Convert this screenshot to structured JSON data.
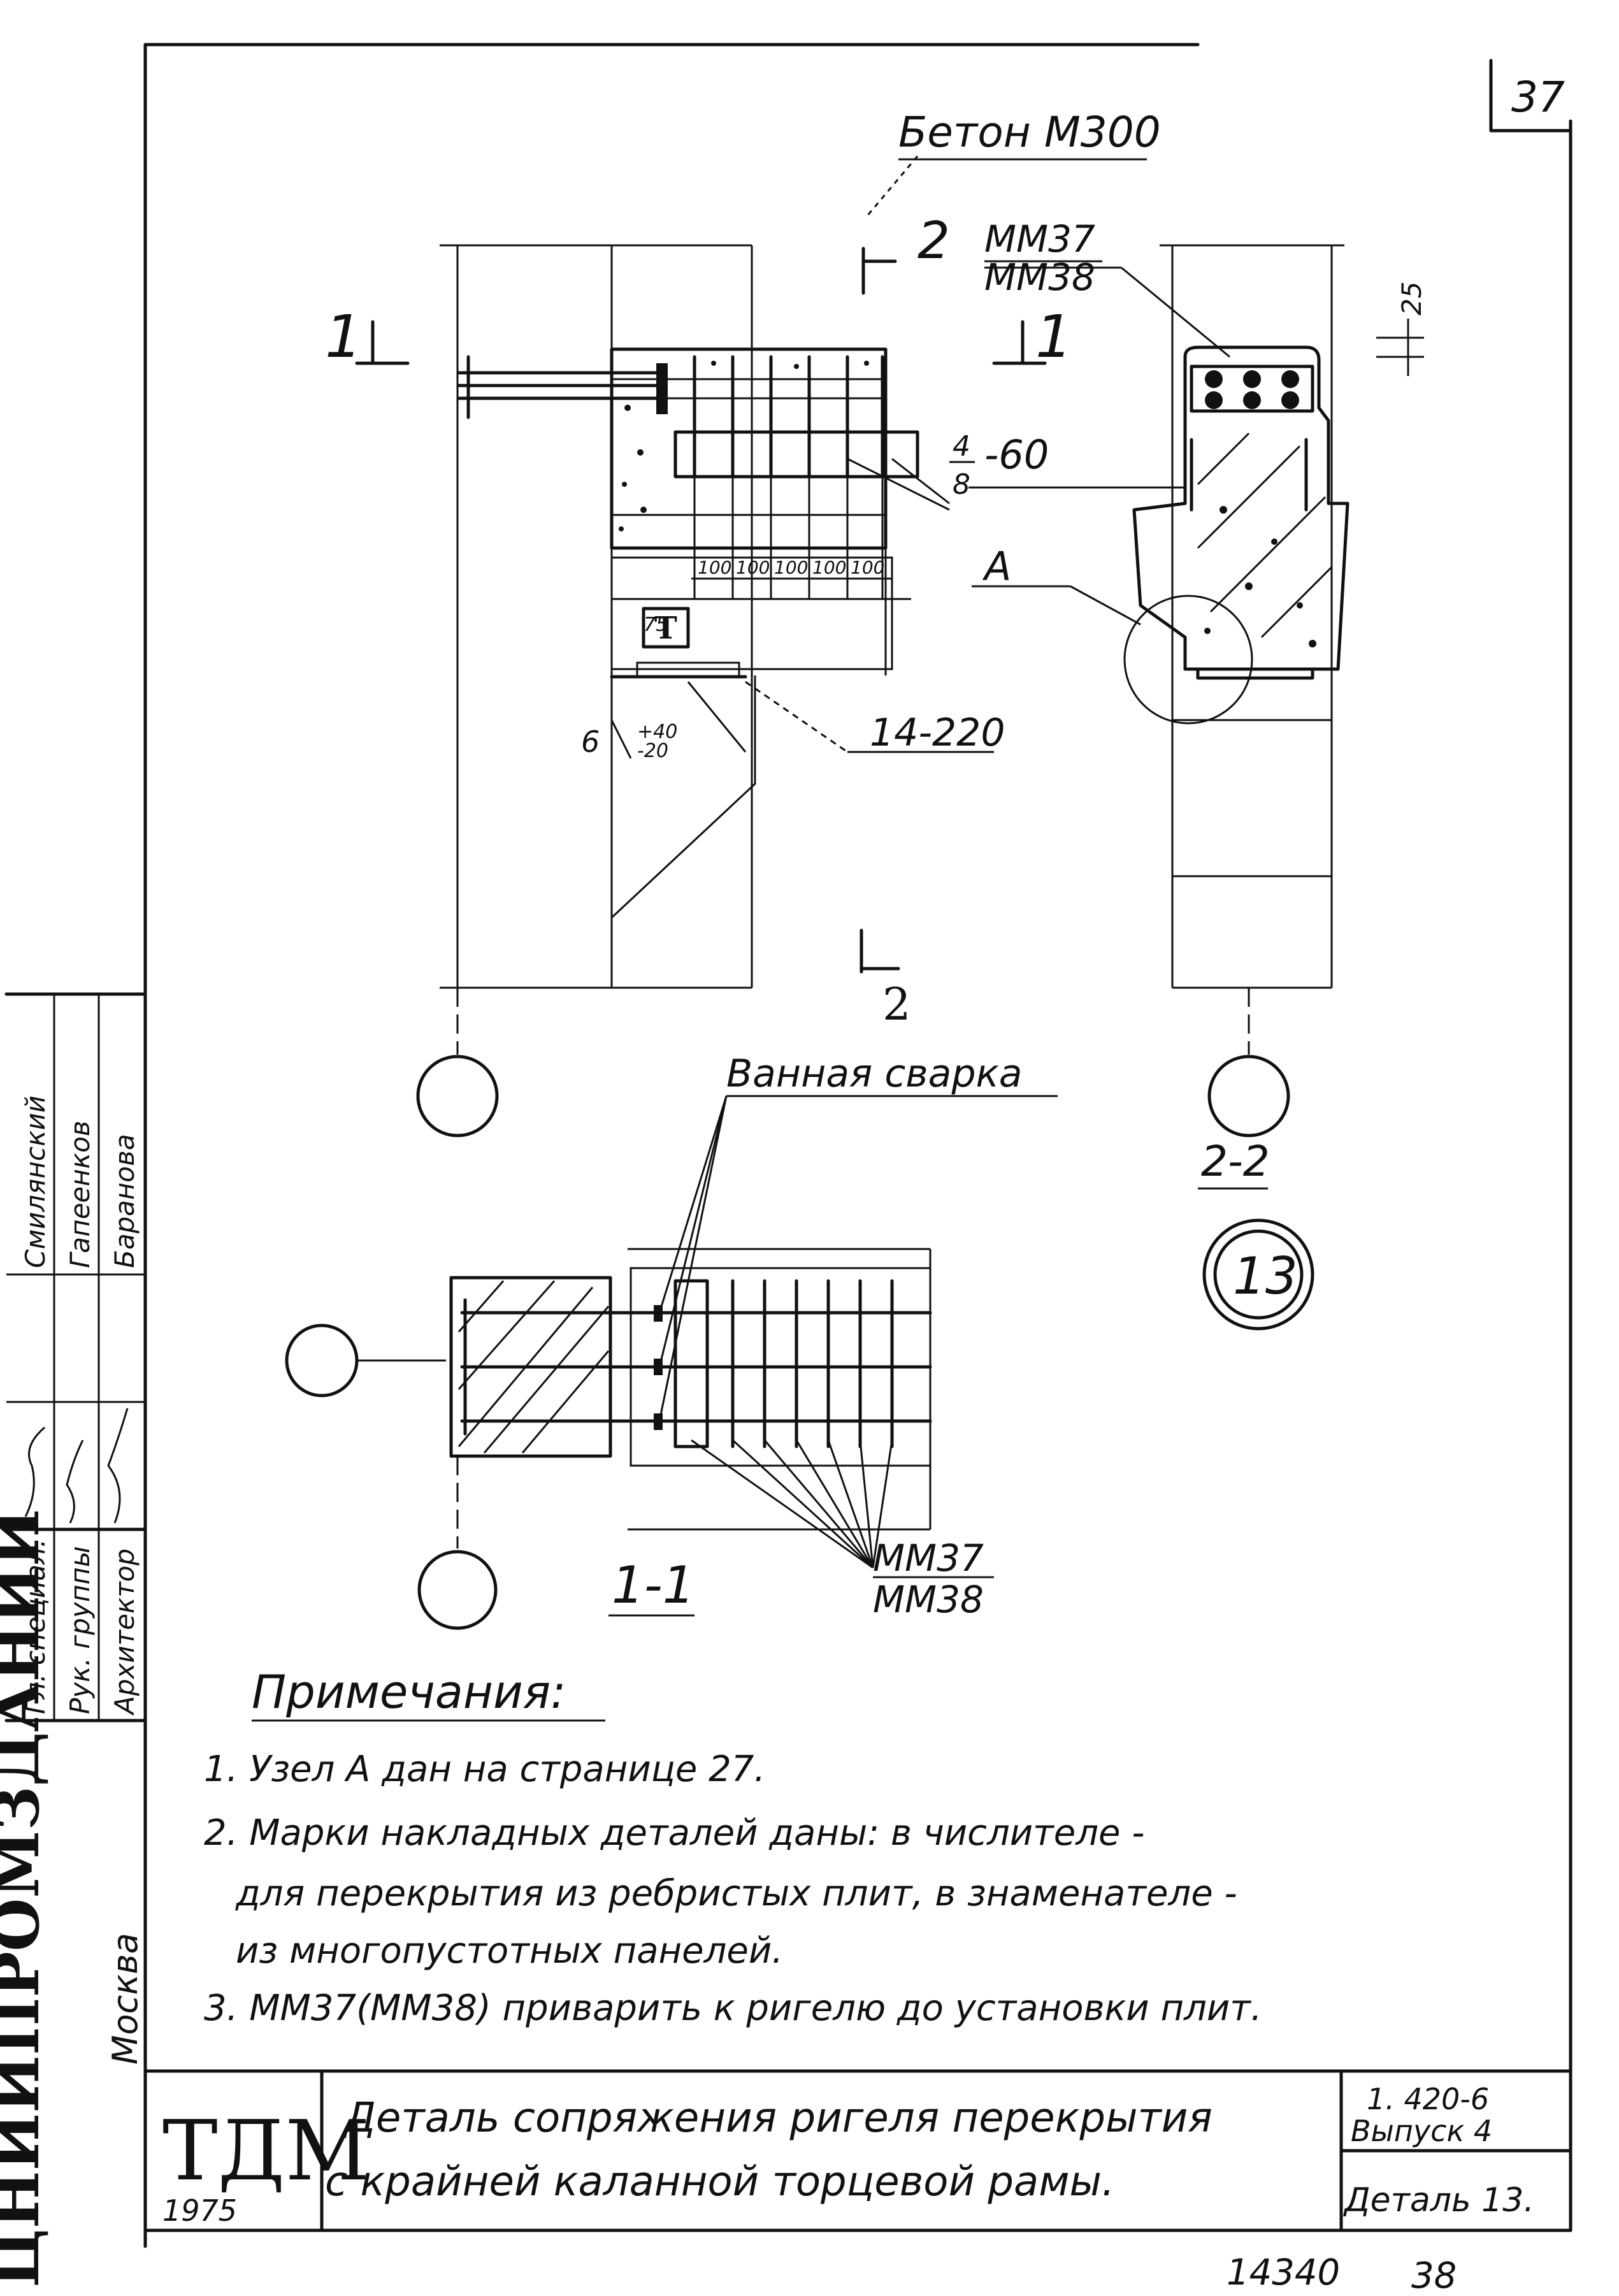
{
  "page_number": "37",
  "labels": {
    "concrete": "Бетон М300",
    "mark_top_1": "ММ37",
    "mark_top_2": "ММ38",
    "section_2_top": "2",
    "section_2_bottom": "2",
    "section_1_left": "1",
    "section_1_right": "1",
    "dim_25": "25",
    "fraction_num": "4",
    "fraction_den": "8",
    "dim_60": "-60",
    "node_a": "А",
    "dim_75": "75",
    "spacing_values": [
      "100",
      "100",
      "100",
      "100",
      "100"
    ],
    "marker_t": "Т",
    "dim_6": "6",
    "dim_40": "+40",
    "dim_20": "-20",
    "dim_14_220": "14-220",
    "bath_welding": "Ванная сварка",
    "section_2_2": "2-2",
    "detail_number": "13",
    "section_1_1": "1-1",
    "mark_bottom_1": "ММ37",
    "mark_bottom_2": "ММ38"
  },
  "notes": {
    "heading": "Примечания:",
    "items": [
      "1. Узел А дан на странице 27.",
      "2. Марки накладных деталей даны: в числителе -",
      "для перекрытия из ребристых плит, в знаменателе -",
      "из многопустотных панелей.",
      "3. ММ37(ММ38) приварить к ригелю до установки плит."
    ]
  },
  "stamp": {
    "org": "ЦНИИПРОМЗДАНИЙ",
    "city": "Москва",
    "roles": [
      "Гл. специал.",
      "Рук. группы",
      "Архитектор"
    ],
    "names": [
      "Смилянский",
      "Гапеенков",
      "Баранова"
    ],
    "logo": "ТДМ",
    "year": "1975",
    "title_line1": "Деталь сопряжения ригеля перекрытия",
    "title_line2": "с крайней каланной торцевой рамы.",
    "series": "1. 420-6",
    "issue": "Выпуск 4",
    "detail": "Деталь 13."
  },
  "footer": {
    "code": "14340",
    "sheet": "38"
  }
}
